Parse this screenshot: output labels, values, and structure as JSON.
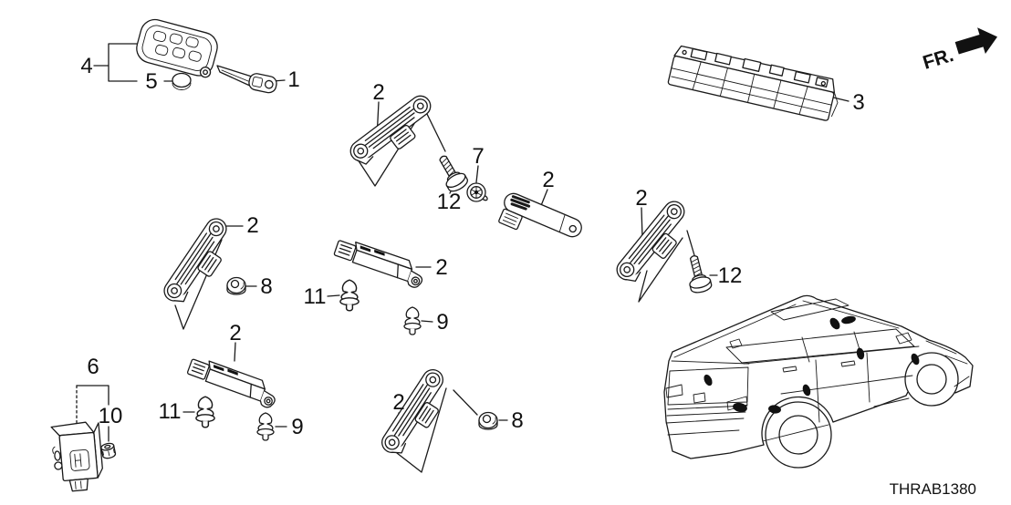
{
  "diagram_code": "THRAB1380",
  "orientation_label": "FR.",
  "callouts": [
    {
      "label": "4"
    },
    {
      "label": "5"
    },
    {
      "label": "1"
    },
    {
      "label": "2"
    },
    {
      "label": "12"
    },
    {
      "label": "7"
    },
    {
      "label": "2"
    },
    {
      "label": "3"
    },
    {
      "label": "2"
    },
    {
      "label": "8"
    },
    {
      "label": "2"
    },
    {
      "label": "11"
    },
    {
      "label": "9"
    },
    {
      "label": "2"
    },
    {
      "label": "12"
    },
    {
      "label": "2"
    },
    {
      "label": "11"
    },
    {
      "label": "9"
    },
    {
      "label": "6"
    },
    {
      "label": "10"
    },
    {
      "label": "2"
    },
    {
      "label": "8"
    }
  ]
}
